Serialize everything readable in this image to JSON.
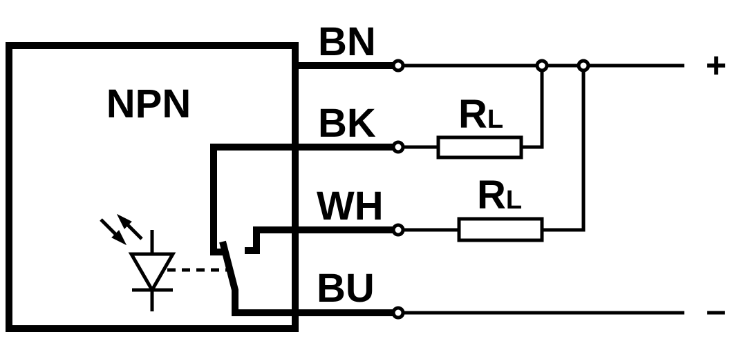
{
  "diagram": {
    "type": "NPN sensor wiring diagram",
    "sensor_label": "NPN",
    "stroke_color": "#000000",
    "background_color": "#ffffff",
    "wires": [
      {
        "id": "bn",
        "label": "BN",
        "connects_to": "+"
      },
      {
        "id": "bk",
        "label": "BK",
        "connects_to": "RL to +"
      },
      {
        "id": "wh",
        "label": "WH",
        "connects_to": "RL to +"
      },
      {
        "id": "bu",
        "label": "BU",
        "connects_to": "-"
      }
    ],
    "resistors": [
      {
        "id": "rl1",
        "label_main": "R",
        "label_sub": "L",
        "on_wire": "BK"
      },
      {
        "id": "rl2",
        "label_main": "R",
        "label_sub": "L",
        "on_wire": "WH"
      }
    ],
    "terminals": {
      "plus": "+",
      "minus": "–"
    }
  }
}
